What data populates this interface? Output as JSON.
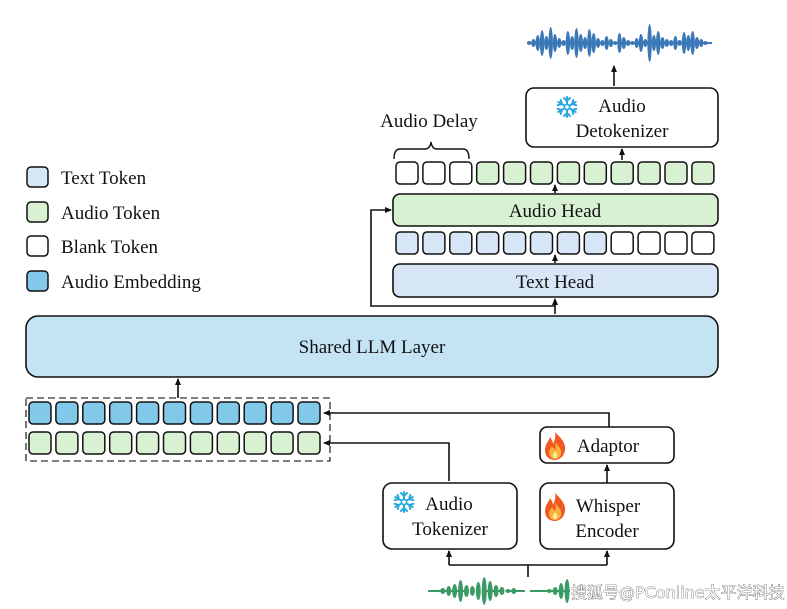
{
  "legend": {
    "items": [
      {
        "label": "Text Token",
        "color": "#d6e8f6"
      },
      {
        "label": "Audio Token",
        "color": "#d9f1d3"
      },
      {
        "label": "Blank Token",
        "color": "#ffffff"
      },
      {
        "label": "Audio Embedding",
        "color": "#82c8e8"
      }
    ]
  },
  "blocks": {
    "shared_llm": {
      "label": "Shared LLM Layer",
      "color": "#c4e4f4"
    },
    "text_head": {
      "label": "Text Head",
      "color": "#d6e6f6"
    },
    "audio_head": {
      "label": "Audio Head",
      "color": "#d9f1d3"
    },
    "audio_detokenizer": {
      "line1": "Audio",
      "line2": "Detokenizer",
      "status": "frozen"
    },
    "audio_tokenizer": {
      "line1": "Audio",
      "line2": "Tokenizer",
      "status": "frozen"
    },
    "whisper_encoder": {
      "line1": "Whisper",
      "line2": "Encoder",
      "status": "trainable"
    },
    "adaptor": {
      "label": "Adaptor",
      "status": "trainable"
    }
  },
  "annotations": {
    "audio_delay": "Audio Delay"
  },
  "token_rows": {
    "audio_output": [
      "blank",
      "blank",
      "blank",
      "audio",
      "audio",
      "audio",
      "audio",
      "audio",
      "audio",
      "audio",
      "audio",
      "audio"
    ],
    "text_output": [
      "text",
      "text",
      "text",
      "text",
      "text",
      "text",
      "text",
      "text",
      "blank",
      "blank",
      "blank",
      "blank"
    ],
    "input_embedding": [
      "emb",
      "emb",
      "emb",
      "emb",
      "emb",
      "emb",
      "emb",
      "emb",
      "emb",
      "emb",
      "emb"
    ],
    "input_audio": [
      "audio",
      "audio",
      "audio",
      "audio",
      "audio",
      "audio",
      "audio",
      "audio",
      "audio",
      "audio",
      "audio"
    ]
  },
  "colors": {
    "text": "#d6e6f6",
    "audio": "#d9f1d3",
    "blank": "#ffffff",
    "emb": "#82c8e8",
    "wave_output": "#3b78b8",
    "wave_input": "#3a9a64",
    "snowflake": "#29a8e0"
  },
  "watermark": "搜狐号@PConline太平洋科技"
}
